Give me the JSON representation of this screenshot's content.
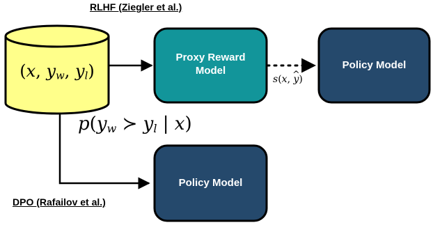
{
  "labels": {
    "rlhf": "RLHF (Ziegler et al.)",
    "dpo": "DPO (Rafailov et al.)"
  },
  "nodes": {
    "dataset": {
      "x": "x",
      "yw": "y",
      "yw_sub": "w",
      "yl": "y",
      "yl_sub": "l"
    },
    "proxy_reward_model": "Proxy Reward Model",
    "rlhf_policy_model": "Policy Model",
    "dpo_policy_model": "Policy Model"
  },
  "math": {
    "preference": {
      "p": "p",
      "yw": "y",
      "yw_sub": "w",
      "succ": "≻",
      "yl": "y",
      "yl_sub": "l",
      "bar": "|",
      "x": "x"
    },
    "reward": {
      "s": "s",
      "x": "x",
      "yhat": "y",
      "hat": "^"
    }
  },
  "colors": {
    "cylinder_fill": "#FFFF8A",
    "proxy_fill": "#12959A",
    "policy_fill": "#25496C",
    "stroke": "#000000",
    "box_text": "#FFFFFF"
  }
}
